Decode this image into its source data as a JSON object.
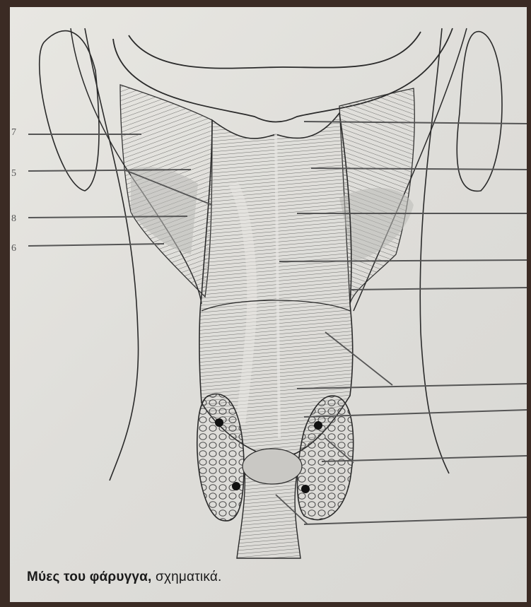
{
  "caption": {
    "bold": "Μύες του φάρυγγα,",
    "normal": " σχηματικά."
  },
  "margin_marks": [
    "7",
    "5",
    "8",
    "6"
  ],
  "colors": {
    "ink": "#2a2a2a",
    "paper": "#e4e3df",
    "frame": "#3b2b24",
    "shade": "#9a9a98"
  }
}
